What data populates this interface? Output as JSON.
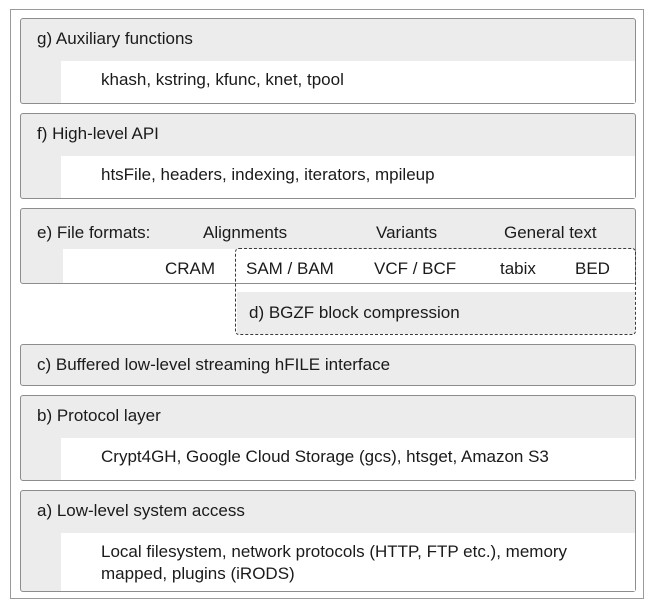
{
  "layers": {
    "g": {
      "title": "g) Auxiliary functions",
      "content": "khash, kstring, kfunc, knet, tpool"
    },
    "f": {
      "title": "f) High-level API",
      "content": "htsFile,  headers,  indexing,  iterators,  mpileup"
    },
    "e": {
      "title": "e) File formats:",
      "headers": {
        "alignments": "Alignments",
        "variants": "Variants",
        "general_text": "General text"
      },
      "formats": {
        "cram": "CRAM",
        "sam_bam": "SAM / BAM",
        "vcf_bcf": "VCF / BCF",
        "tabix": "tabix",
        "bed": "BED"
      }
    },
    "d": {
      "title": "d) BGZF block compression"
    },
    "c": {
      "title": "c) Buffered low-level streaming hFILE interface"
    },
    "b": {
      "title": "b) Protocol layer",
      "content": "Crypt4GH, Google Cloud Storage (gcs), htsget, Amazon S3"
    },
    "a": {
      "title": "a) Low-level system access",
      "content_line1": "Local filesystem, network protocols (HTTP, FTP etc.), memory",
      "content_line2": "mapped, plugins (iRODS)"
    }
  }
}
